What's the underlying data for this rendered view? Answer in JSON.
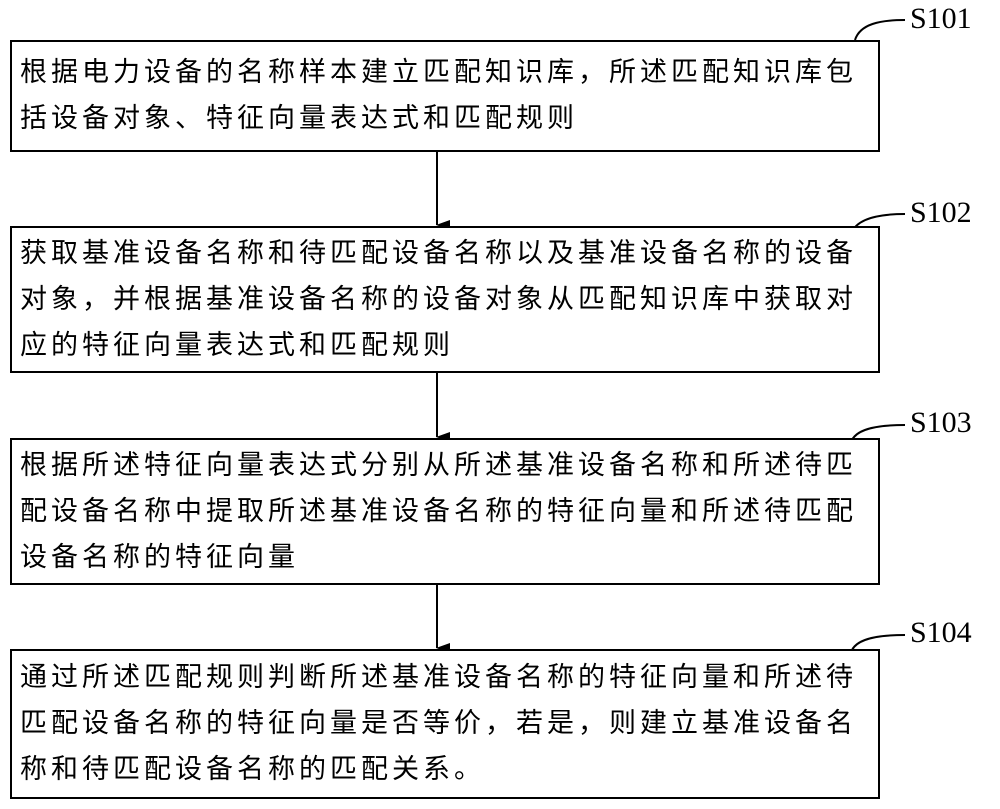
{
  "steps": [
    {
      "label": "S101",
      "text": "根据电力设备的名称样本建立匹配知识库，所述匹配知识库包括设备对象、特征向量表达式和匹配规则"
    },
    {
      "label": "S102",
      "text": "获取基准设备名称和待匹配设备名称以及基准设备名称的设备对象，并根据基准设备名称的设备对象从匹配知识库中获取对应的特征向量表达式和匹配规则"
    },
    {
      "label": "S103",
      "text": "根据所述特征向量表达式分别从所述基准设备名称和所述待匹配设备名称中提取所述基准设备名称的特征向量和所述待匹配设备名称的特征向量"
    },
    {
      "label": "S104",
      "text": "通过所述匹配规则判断所述基准设备名称的特征向量和所述待匹配设备名称的特征向量是否等价，若是，则建立基准设备名称和待匹配设备名称的匹配关系。"
    }
  ]
}
